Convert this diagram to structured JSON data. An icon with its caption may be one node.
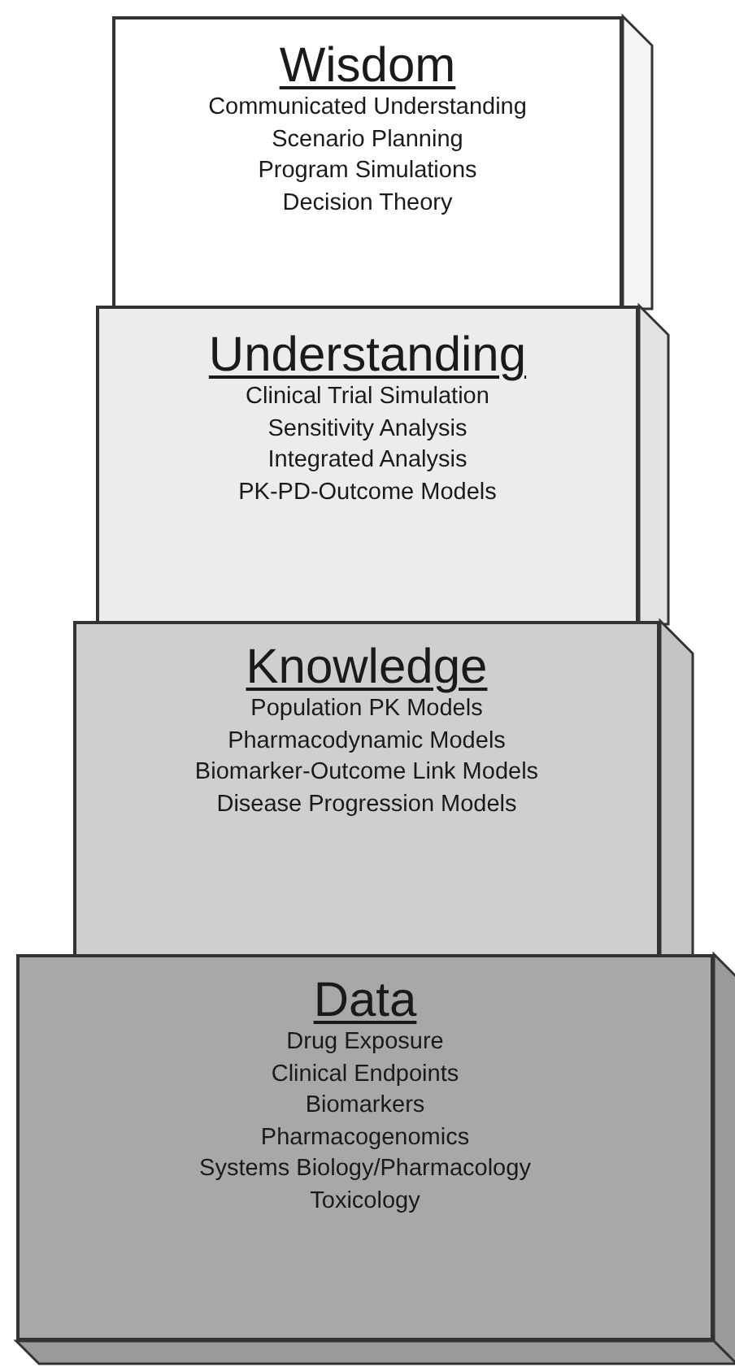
{
  "diagram": {
    "nodes": [
      {
        "text": [
          "Wisdom",
          "Communicated Understanding",
          "Scenario Planning",
          "Program Simulations",
          "Decision Theory"
        ]
      },
      {
        "text": [
          "Understanding",
          "Clinical Trial Simulation",
          "Sensitivity Analysis",
          "Integrated Analysis",
          "PK-PD-Outcome Models"
        ]
      },
      {
        "text": [
          "Knowledge",
          "Population PK Models",
          "Pharmacodynamic Models",
          "Biomarker-Outcome Link Models",
          "Disease Progression Models"
        ]
      },
      {
        "text": [
          "Data",
          "Drug Exposure",
          "Clinical Endpoints",
          "Biomarkers",
          "Pharmacogenomics",
          "Systems Biology/Pharmacology",
          "Toxicology"
        ]
      }
    ]
  }
}
